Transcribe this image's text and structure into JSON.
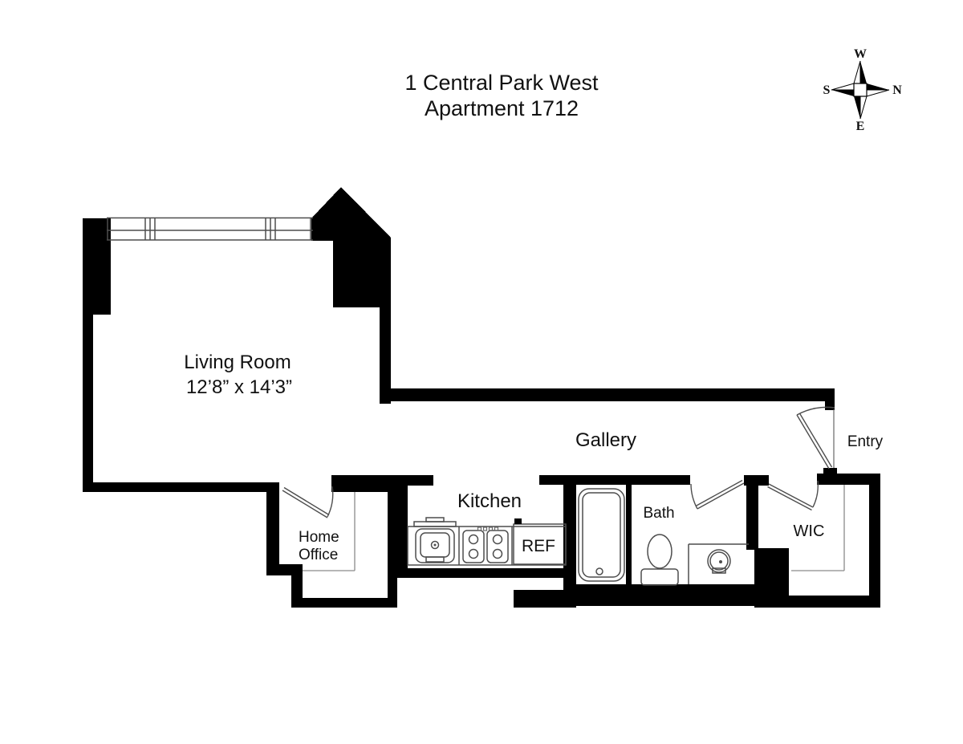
{
  "title": {
    "line1": "1 Central Park West",
    "line2": "Apartment 1712"
  },
  "compass": {
    "top": "W",
    "right": "N",
    "bottom": "E",
    "left": "S"
  },
  "rooms": {
    "living_room": {
      "name": "Living Room",
      "dimensions": "12’8” x 14’3”"
    },
    "gallery": {
      "name": "Gallery"
    },
    "kitchen": {
      "name": "Kitchen"
    },
    "refrigerator": {
      "label": "REF"
    },
    "bath": {
      "name": "Bath"
    },
    "home_office": {
      "name_line1": "Home",
      "name_line2": "Office"
    },
    "wic": {
      "name": "WIC"
    },
    "entry": {
      "name": "Entry"
    }
  },
  "colors": {
    "wall": "#000000",
    "fixture_line": "#4d4d4d",
    "background": "#ffffff",
    "text": "#111111"
  }
}
